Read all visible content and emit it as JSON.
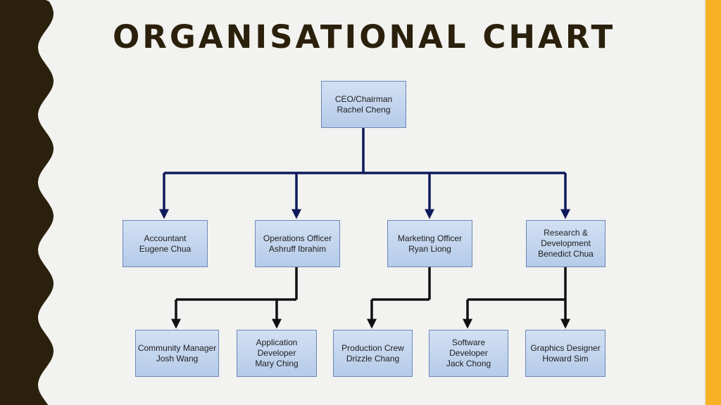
{
  "slide": {
    "title": "ORGANISATIONAL CHART",
    "colors": {
      "background": "#f2f2f0",
      "left_band": "#2a200c",
      "right_stripe": "#f7b124",
      "title": "#2a200c",
      "box_fill_top": "#d2e0f3",
      "box_fill_bottom": "#b5cbe9",
      "box_border": "#6b88b8",
      "primary_connector": "#0f1a5c",
      "secondary_connector": "#111111"
    }
  },
  "org_chart": {
    "ceo": {
      "role": "CEO/Chairman",
      "name": "Rachel Cheng"
    },
    "accountant": {
      "role": "Accountant",
      "name": "Eugene Chua"
    },
    "operations": {
      "role": "Operations Officer",
      "name": "Ashruff Ibrahim"
    },
    "marketing": {
      "role": "Marketing Officer",
      "name": "Ryan Liong"
    },
    "research": {
      "role_line1": "Research &",
      "role_line2": "Development",
      "name": "Benedict Chua"
    },
    "community_manager": {
      "role": "Community Manager",
      "name": "Josh Wang"
    },
    "application_developer": {
      "role_line1": "Application",
      "role_line2": "Developer",
      "name": "Mary Ching"
    },
    "production_crew": {
      "role": "Production Crew",
      "name": "Drizzle Chang"
    },
    "software_developer": {
      "role_line1": "Software",
      "role_line2": "Developer",
      "name": "Jack Chong"
    },
    "graphics_designer": {
      "role": "Graphics Designer",
      "name": "Howard Sim"
    }
  }
}
